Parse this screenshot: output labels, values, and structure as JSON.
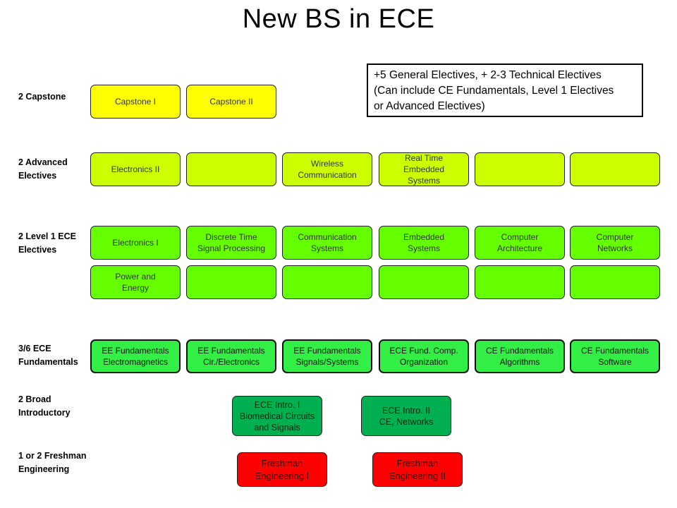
{
  "title": "New BS in ECE",
  "note": {
    "line1": "+5 General Electives, + 2-3 Technical Electives",
    "line2": "(Can include CE Fundamentals, Level 1 Electives",
    "line3": "or Advanced Electives)"
  },
  "row_labels": {
    "capstone": [
      "2 Capstone"
    ],
    "advanced": [
      "2 Advanced",
      "Electives"
    ],
    "level1": [
      "2 Level 1 ECE",
      "Electives"
    ],
    "fundamentals": [
      "3/6 ECE",
      "Fundamentals"
    ],
    "introductory": [
      "2 Broad",
      "Introductory"
    ],
    "freshman": [
      "1 or 2 Freshman",
      "Engineering"
    ]
  },
  "capstone": [
    [
      "Capstone I"
    ],
    [
      "Capstone II"
    ]
  ],
  "advanced": [
    [
      "Electronics II"
    ],
    [],
    [
      "Wireless",
      "Communication"
    ],
    [
      "Real Time",
      "Embedded",
      "Systems"
    ],
    [],
    []
  ],
  "level1_top": [
    [
      "Electronics I"
    ],
    [
      "Discrete Time",
      "Signal Processing"
    ],
    [
      "Communication",
      "Systems"
    ],
    [
      "Embedded",
      "Systems"
    ],
    [
      "Computer",
      "Architecture"
    ],
    [
      "Computer",
      "Networks"
    ]
  ],
  "level1_bottom": [
    [
      "Power and",
      "Energy"
    ],
    [],
    [],
    [],
    [],
    []
  ],
  "fundamentals": [
    [
      "EE Fundamentals",
      "Electromagnetics"
    ],
    [
      "EE Fundamentals",
      "Cir./Electronics"
    ],
    [
      "EE Fundamentals",
      "Signals/Systems"
    ],
    [
      "ECE Fund. Comp.",
      "Organization"
    ],
    [
      "CE Fundamentals",
      "Algorithms"
    ],
    [
      "CE Fundamentals",
      "Software"
    ]
  ],
  "introductory": [
    [
      "ECE Intro. I",
      "Biomedical Circuits",
      "and Signals"
    ],
    [
      "ECE Intro. II",
      "CE, Networks"
    ]
  ],
  "freshman": [
    [
      "Freshman",
      "Engineering I"
    ],
    [
      "Freshman",
      "Engineering II"
    ]
  ],
  "colors": {
    "capstone": "#ffff00",
    "advanced": "#ccff00",
    "level1": "#66ff00",
    "fundamentals": "#33ee44",
    "introductory": "#00b050",
    "freshman": "#ff0000"
  }
}
